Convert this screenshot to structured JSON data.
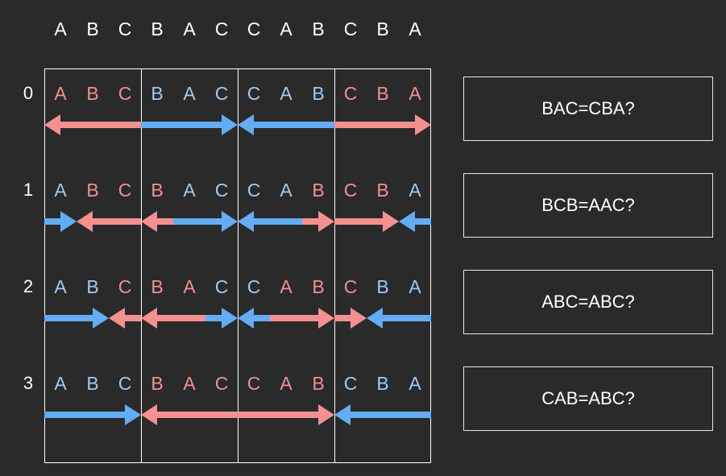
{
  "colors": {
    "red": "#f49090",
    "blue": "#64adf5",
    "blue_text": "#9fcbf6",
    "grid": "#ffffff",
    "background": "#2a2a2a"
  },
  "header": [
    "A",
    "B",
    "C",
    "B",
    "A",
    "C",
    "C",
    "A",
    "B",
    "C",
    "B",
    "A"
  ],
  "rows": [
    {
      "label": "0",
      "letters": [
        "A",
        "B",
        "C",
        "B",
        "A",
        "C",
        "C",
        "A",
        "B",
        "C",
        "B",
        "A"
      ],
      "letter_colors": [
        "red",
        "red",
        "red",
        "blue",
        "blue",
        "blue",
        "blue",
        "blue",
        "blue",
        "red",
        "red",
        "red"
      ],
      "segments": [
        {
          "from": 3,
          "to": 0,
          "head": "left",
          "color": "red"
        },
        {
          "from": 3,
          "to": 6,
          "head": "right",
          "color": "blue"
        },
        {
          "from": 9,
          "to": 6,
          "head": "left",
          "color": "blue"
        },
        {
          "from": 9,
          "to": 12,
          "head": "right",
          "color": "red"
        }
      ],
      "question": "BAC=CBA?"
    },
    {
      "label": "1",
      "letters": [
        "A",
        "B",
        "C",
        "B",
        "A",
        "C",
        "C",
        "A",
        "B",
        "C",
        "B",
        "A"
      ],
      "letter_colors": [
        "blue",
        "red",
        "red",
        "red",
        "blue",
        "blue",
        "blue",
        "blue",
        "red",
        "red",
        "red",
        "blue"
      ],
      "segments": [
        {
          "from": 0,
          "to": 1,
          "head": "right",
          "color": "blue"
        },
        {
          "from": 3,
          "to": 1,
          "head": "left",
          "color": "red"
        },
        {
          "from": 4,
          "to": 3,
          "head": "left",
          "color": "red"
        },
        {
          "from": 4,
          "to": 6,
          "head": "right",
          "color": "blue"
        },
        {
          "from": 8,
          "to": 6,
          "head": "left",
          "color": "blue"
        },
        {
          "from": 8,
          "to": 9,
          "head": "right",
          "color": "red"
        },
        {
          "from": 9,
          "to": 11,
          "head": "right",
          "color": "red"
        },
        {
          "from": 12,
          "to": 11,
          "head": "left",
          "color": "blue"
        }
      ],
      "question": "BCB=AAC?"
    },
    {
      "label": "2",
      "letters": [
        "A",
        "B",
        "C",
        "B",
        "A",
        "C",
        "C",
        "A",
        "B",
        "C",
        "B",
        "A"
      ],
      "letter_colors": [
        "blue",
        "blue",
        "red",
        "red",
        "red",
        "blue",
        "blue",
        "red",
        "red",
        "red",
        "blue",
        "blue"
      ],
      "segments": [
        {
          "from": 0,
          "to": 2,
          "head": "right",
          "color": "blue"
        },
        {
          "from": 3,
          "to": 2,
          "head": "left",
          "color": "red"
        },
        {
          "from": 5,
          "to": 3,
          "head": "left",
          "color": "red"
        },
        {
          "from": 5,
          "to": 6,
          "head": "right",
          "color": "blue"
        },
        {
          "from": 7,
          "to": 6,
          "head": "left",
          "color": "blue"
        },
        {
          "from": 7,
          "to": 9,
          "head": "right",
          "color": "red"
        },
        {
          "from": 9,
          "to": 10,
          "head": "right",
          "color": "red"
        },
        {
          "from": 12,
          "to": 10,
          "head": "left",
          "color": "blue"
        }
      ],
      "question": "ABC=ABC?"
    },
    {
      "label": "3",
      "letters": [
        "A",
        "B",
        "C",
        "B",
        "A",
        "C",
        "C",
        "A",
        "B",
        "C",
        "B",
        "A"
      ],
      "letter_colors": [
        "blue",
        "blue",
        "blue",
        "red",
        "red",
        "red",
        "red",
        "red",
        "red",
        "blue",
        "blue",
        "blue"
      ],
      "segments": [
        {
          "from": 0,
          "to": 3,
          "head": "right",
          "color": "blue"
        },
        {
          "from": 6,
          "to": 3,
          "head": "left",
          "color": "red"
        },
        {
          "from": 6,
          "to": 9,
          "head": "right",
          "color": "red"
        },
        {
          "from": 12,
          "to": 9,
          "head": "left",
          "color": "blue"
        }
      ],
      "question": "CAB=ABC?"
    }
  ]
}
